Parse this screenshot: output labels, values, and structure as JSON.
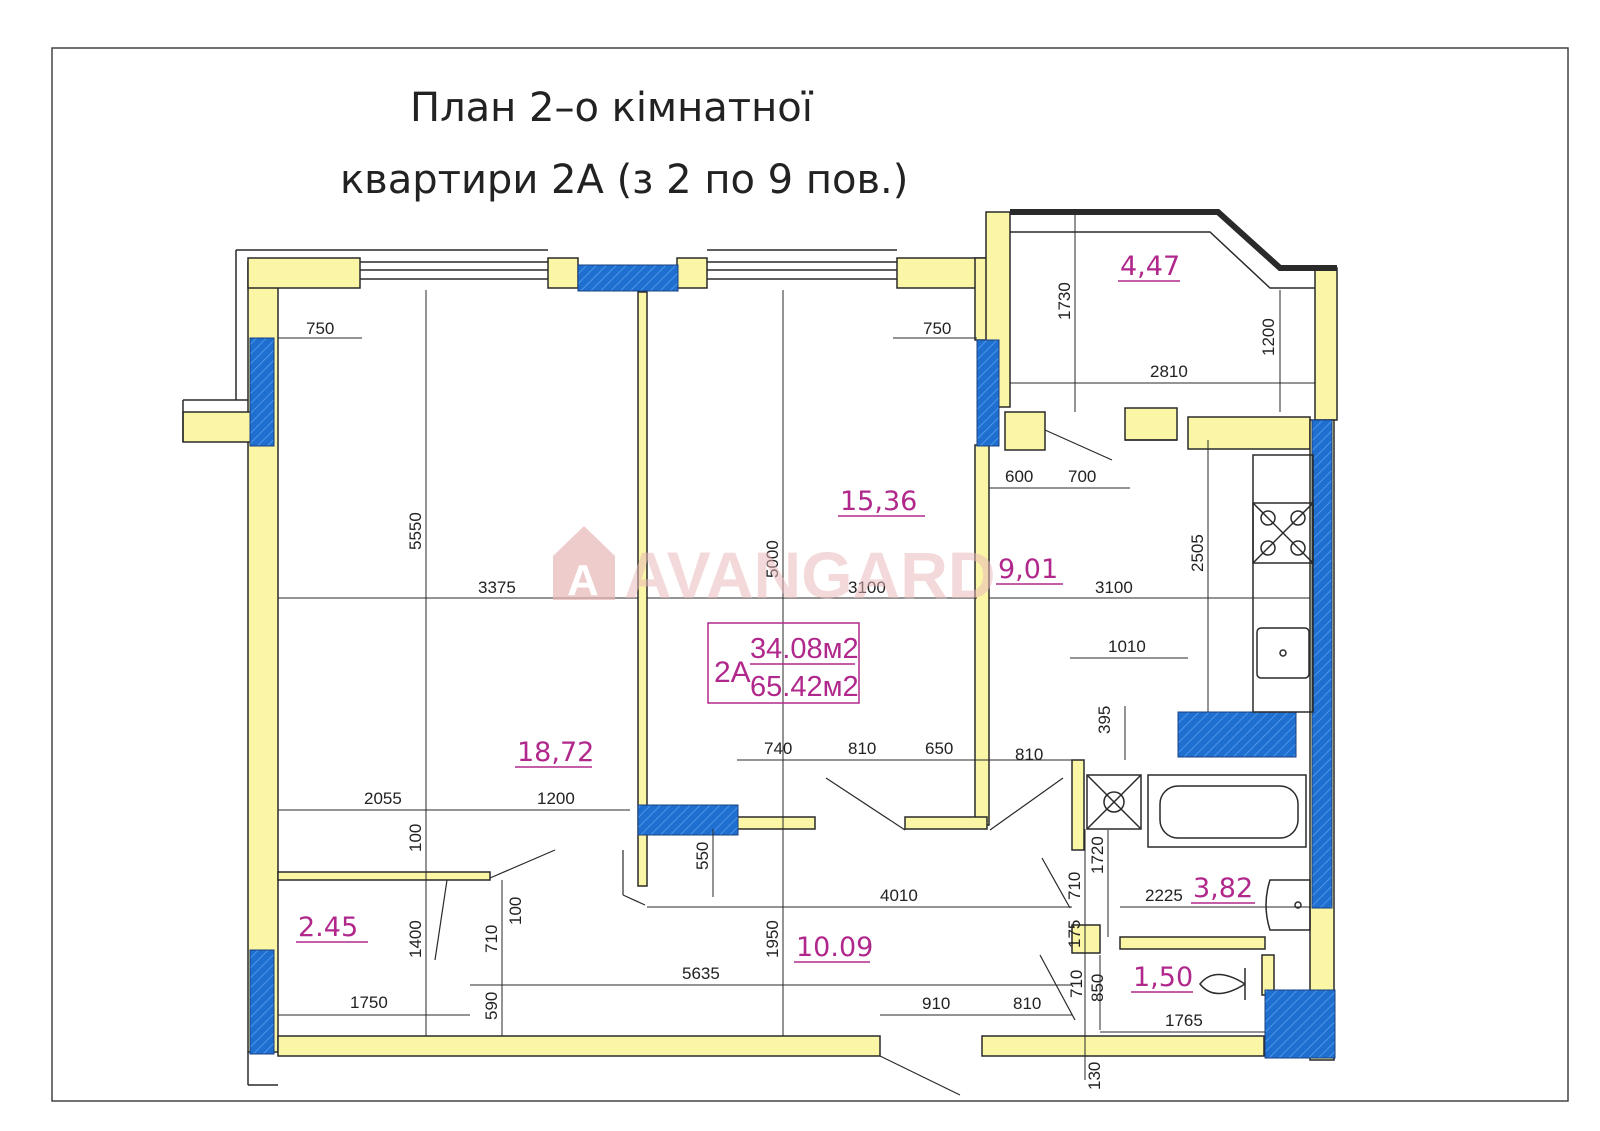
{
  "title": {
    "line1": "План 2–о кімнатної",
    "line2": "квартири 2А (з 2 по 9 пов.)"
  },
  "watermark": {
    "text": "AVANGARD",
    "logo_letter": "A",
    "color": "#e7b7b7"
  },
  "stamp": {
    "label": "2А",
    "living_area": "34.08м2",
    "total_area": "65.42м2",
    "color": "#b0288c"
  },
  "areas": {
    "room_large": "18,72",
    "room_right": "15,36",
    "kitchen": "9,01",
    "loggia": "4,47",
    "bathroom": "3,82",
    "toilet": "1,50",
    "hall": "10.09",
    "storage": "2.45"
  },
  "dimensions": {
    "d750_left": "750",
    "d750_right": "750",
    "d1730": "1730",
    "d1200_loggia": "1200",
    "d2810": "2810",
    "d5550": "5550",
    "d5000": "5000",
    "d3375": "3375",
    "d3100_mid": "3100",
    "d3100_kitchen": "3100",
    "d600": "600",
    "d700": "700",
    "d2505": "2505",
    "d1010": "1010",
    "d395": "395",
    "d740": "740",
    "d810_a": "810",
    "d650": "650",
    "d810_b": "810",
    "d2055": "2055",
    "d1200_room": "1200",
    "d100_a": "100",
    "d550": "550",
    "d4010": "4010",
    "d1720": "1720",
    "d710_a": "710",
    "d2225": "2225",
    "d175": "175",
    "d1400": "1400",
    "d710_b": "710",
    "d100_b": "100",
    "d1950": "1950",
    "d5635": "5635",
    "d1750": "1750",
    "d590": "590",
    "d910": "910",
    "d810_c": "810",
    "d710_c": "710",
    "d850": "850",
    "d1765": "1765",
    "d130": "130"
  },
  "colors": {
    "wall_fill": "#fbf6a6",
    "window_fill": "#1f6fd1",
    "line": "#2a2a2a"
  }
}
